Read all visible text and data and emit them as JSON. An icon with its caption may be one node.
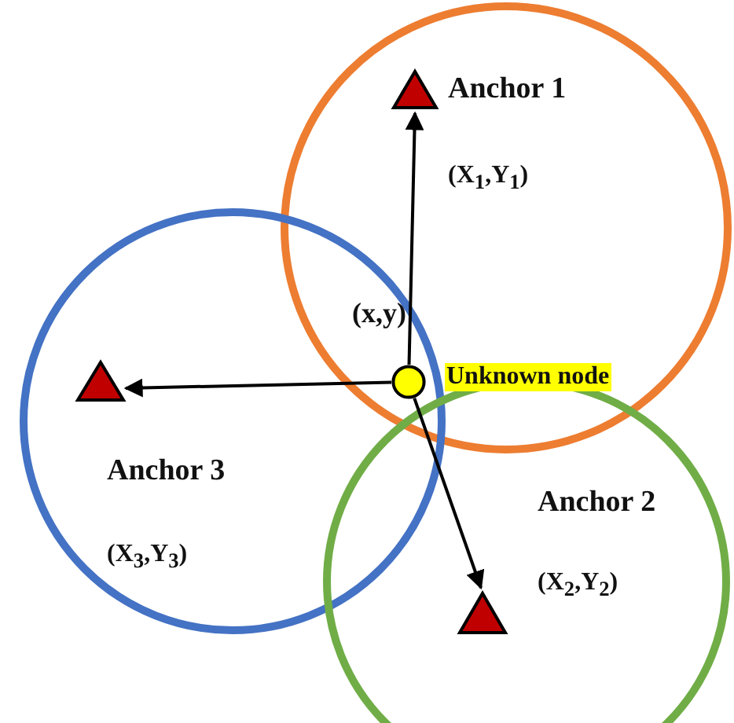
{
  "diagram": {
    "nodes": [
      {
        "text": [
          "Unknown node"
        ],
        "beside": [
          "(x,y)"
        ]
      },
      {
        "text": [],
        "shape": "triangle",
        "beside": [
          "Anchor 1",
          "(X$_{1}$,Y$_{1}$)"
        ]
      },
      {
        "text": [],
        "shape": "triangle",
        "beside": [
          "Anchor 3",
          "(X$_{3}$,Y$_{3}$)"
        ]
      },
      {
        "text": [],
        "shape": "triangle",
        "beside": [
          "Anchor 2",
          "(X$_{2}$,Y$_{2}$)"
        ]
      }
    ],
    "edges": [
      {
        "from": 0,
        "to": 1,
        "arrow": "to"
      },
      {
        "from": 0,
        "to": 2,
        "arrow": "to"
      },
      {
        "from": 0,
        "to": 3,
        "arrow": "to"
      }
    ]
  }
}
